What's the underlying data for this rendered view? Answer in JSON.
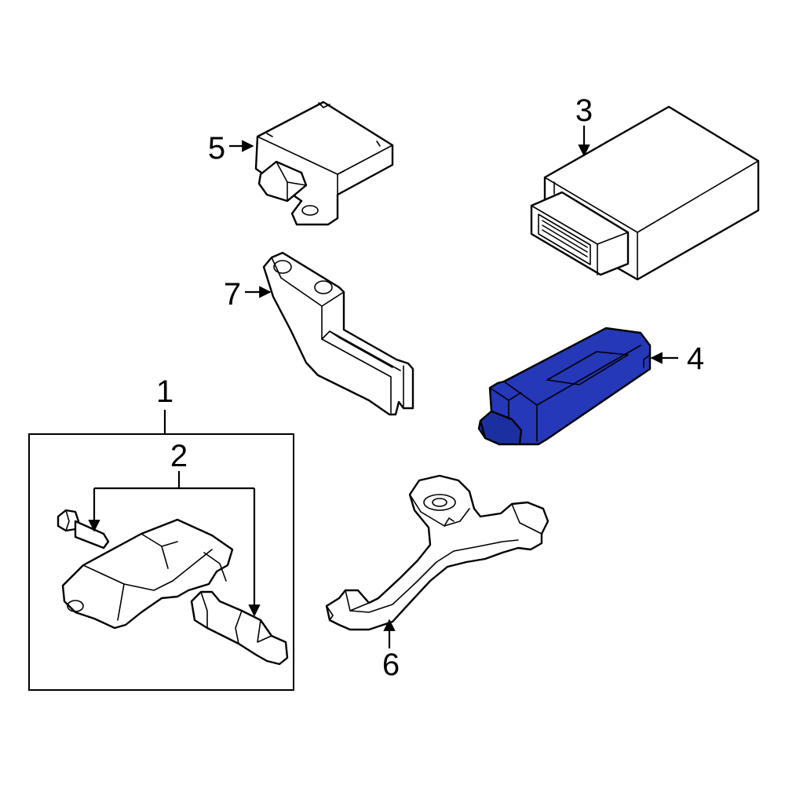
{
  "callouts": {
    "c1": "1",
    "c2": "2",
    "c3": "3",
    "c4": "4",
    "c5": "5",
    "c6": "6",
    "c7": "7"
  },
  "colors": {
    "highlight": "#2438b8",
    "highlight_dark": "#142a8a",
    "line": "#000000",
    "background": "#ffffff"
  }
}
